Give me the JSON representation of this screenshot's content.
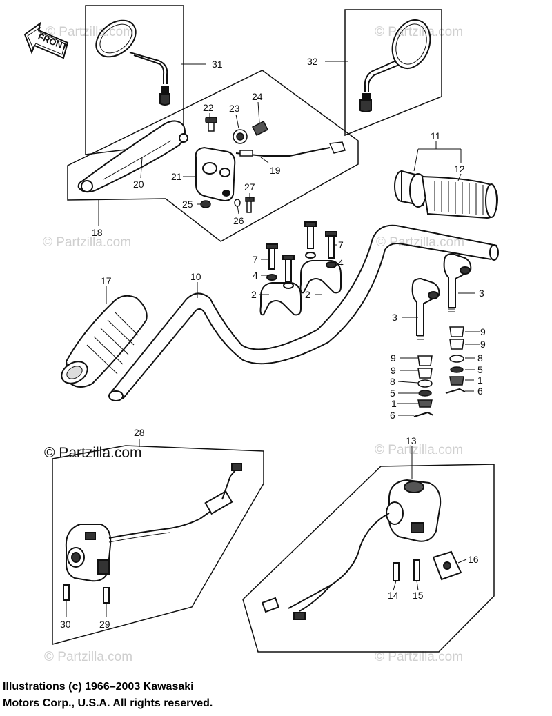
{
  "front_label": "FRONT",
  "watermark": "© Partzilla.com",
  "callouts": {
    "c1a": "1",
    "c1b": "1",
    "c2a": "2",
    "c2b": "2",
    "c3a": "3",
    "c3b": "3",
    "c4a": "4",
    "c4b": "4",
    "c5a": "5",
    "c5b": "5",
    "c6a": "6",
    "c6b": "6",
    "c7a": "7",
    "c7b": "7",
    "c8a": "8",
    "c8b": "8",
    "c9a": "9",
    "c9b": "9",
    "c9c": "9",
    "c9d": "9",
    "c10": "10",
    "c11": "11",
    "c12": "12",
    "c13": "13",
    "c14": "14",
    "c15": "15",
    "c16": "16",
    "c17": "17",
    "c18": "18",
    "c19": "19",
    "c20": "20",
    "c21": "21",
    "c22": "22",
    "c23": "23",
    "c24": "24",
    "c25": "25",
    "c26": "26",
    "c27": "27",
    "c28": "28",
    "c29": "29",
    "c30": "30",
    "c31": "31",
    "c32": "32"
  },
  "copyright": {
    "line1": "Illustrations (c) 1966–2003 Kawasaki",
    "line2": "Motors Corp., U.S.A.  All rights reserved."
  }
}
